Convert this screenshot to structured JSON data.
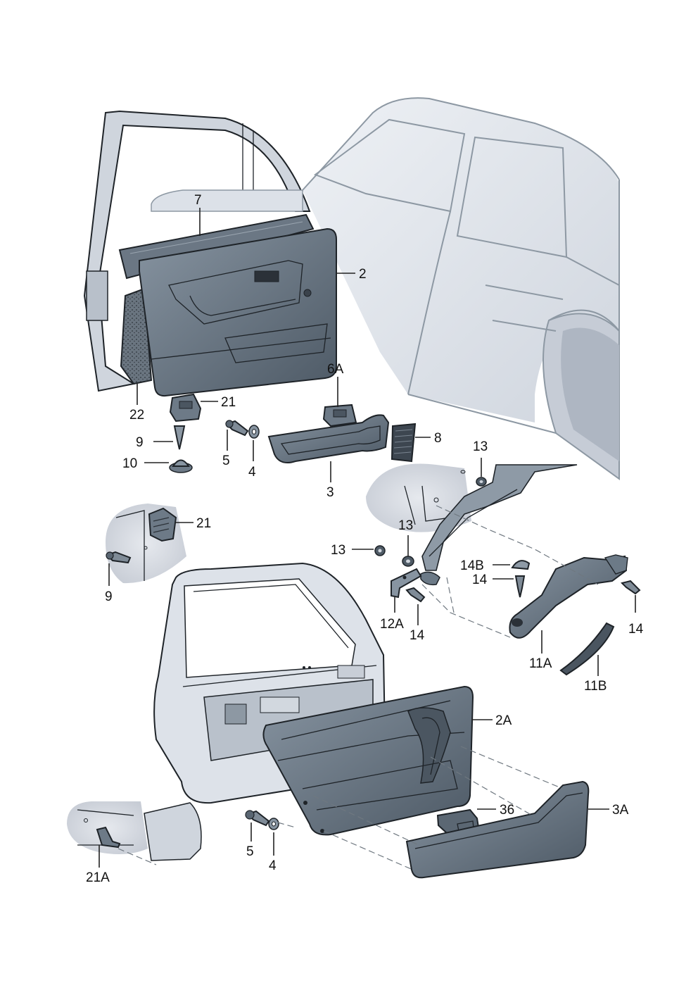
{
  "labels": {
    "l7": "7",
    "l2": "2",
    "l22": "22",
    "l21_top": "21",
    "l6A": "6A",
    "l9_top": "9",
    "l10": "10",
    "l5_top": "5",
    "l4_top": "4",
    "l3": "3",
    "l8": "8",
    "l13_a": "13",
    "l21_detail": "21",
    "l9_detail": "9",
    "l13_b": "13",
    "l13_c": "13",
    "l14B": "14B",
    "l14_a": "14",
    "l14_b": "14",
    "l12A": "12A",
    "l14_c": "14",
    "l11A": "11A",
    "l11B": "11B",
    "l2A": "2A",
    "l36": "36",
    "l3A": "3A",
    "l5_bottom": "5",
    "l4_bottom": "4",
    "l21A": "21A"
  },
  "colors": {
    "part_dark": "#4f5b66",
    "part_mid": "#6c7a87",
    "part_light": "#8e9aa6",
    "body_shade": "#dfe3ea",
    "body_line": "#8d98a3",
    "detail_bg": "#d9dde4"
  }
}
